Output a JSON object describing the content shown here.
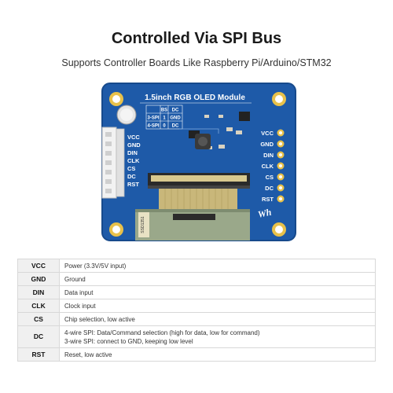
{
  "heading": "Controlled Via SPI Bus",
  "subheading": "Supports Controller Boards Like Raspberry Pi/Arduino/STM32",
  "board": {
    "title": "1.5inch RGB OLED Module",
    "mode_table": {
      "header": [
        "BS",
        "DC"
      ],
      "rows": [
        {
          "mode": "3-SPI",
          "bs": "1",
          "dc": "GND"
        },
        {
          "mode": "4-SPI",
          "bs": "0",
          "dc": "DC"
        }
      ]
    },
    "left_pins": [
      "VCC",
      "GND",
      "DIN",
      "CLK",
      "CS",
      "DC",
      "RST"
    ],
    "right_pins": [
      "VCC",
      "GND",
      "DIN",
      "CLK",
      "CS",
      "DC",
      "RST"
    ],
    "flex_label": "SSD1351",
    "logo": "Wh",
    "colors": {
      "pcb": "#1e5aa8",
      "pcb_dark": "#174a8c",
      "silkscreen": "#ffffff",
      "mounting_hole": "#e8c14a",
      "flex_cable": "#c9b77a",
      "display_glass": "#9aa88a"
    }
  },
  "pin_table": {
    "rows": [
      {
        "pin": "VCC",
        "desc": [
          "Power (3.3V/5V input)"
        ]
      },
      {
        "pin": "GND",
        "desc": [
          "Ground"
        ]
      },
      {
        "pin": "DIN",
        "desc": [
          "Data input"
        ]
      },
      {
        "pin": "CLK",
        "desc": [
          "Clock input"
        ]
      },
      {
        "pin": "CS",
        "desc": [
          "Chip selection, low active"
        ]
      },
      {
        "pin": "DC",
        "desc": [
          "4-wire SPI: Data/Command selection (high for data, low for command)",
          "3-wire SPI: connect to GND, keeping low level"
        ]
      },
      {
        "pin": "RST",
        "desc": [
          "Reset, low active"
        ]
      }
    ]
  }
}
